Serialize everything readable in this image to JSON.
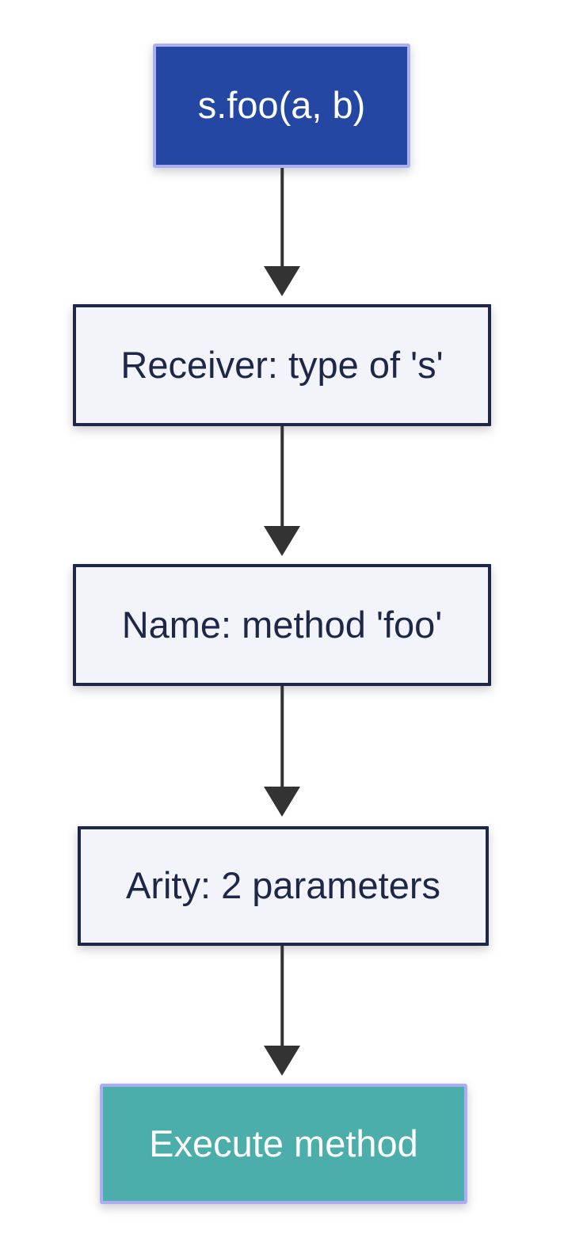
{
  "diagram": {
    "type": "flowchart",
    "direction": "top-down",
    "background_color": "#ffffff",
    "arrow_color": "#333333",
    "nodes": [
      {
        "id": "call",
        "label": "s.foo(a, b)",
        "role": "start",
        "fill": "#2447a3",
        "border_color": "#abaff2",
        "text_color": "#ffffff"
      },
      {
        "id": "receiver",
        "label": "Receiver: type of 's'",
        "role": "step",
        "fill": "#f2f4f9",
        "border_color": "#1e2747",
        "text_color": "#1e2747"
      },
      {
        "id": "name",
        "label": "Name: method 'foo'",
        "role": "step",
        "fill": "#f2f4f9",
        "border_color": "#1e2747",
        "text_color": "#1e2747"
      },
      {
        "id": "arity",
        "label": "Arity: 2 parameters",
        "role": "step",
        "fill": "#f2f4f9",
        "border_color": "#1e2747",
        "text_color": "#1e2747"
      },
      {
        "id": "execute",
        "label": "Execute method",
        "role": "end",
        "fill": "#4baeaa",
        "border_color": "#abaff2",
        "text_color": "#ffffff"
      }
    ],
    "edges": [
      {
        "from": "call",
        "to": "receiver"
      },
      {
        "from": "receiver",
        "to": "name"
      },
      {
        "from": "name",
        "to": "arity"
      },
      {
        "from": "arity",
        "to": "execute"
      }
    ]
  }
}
